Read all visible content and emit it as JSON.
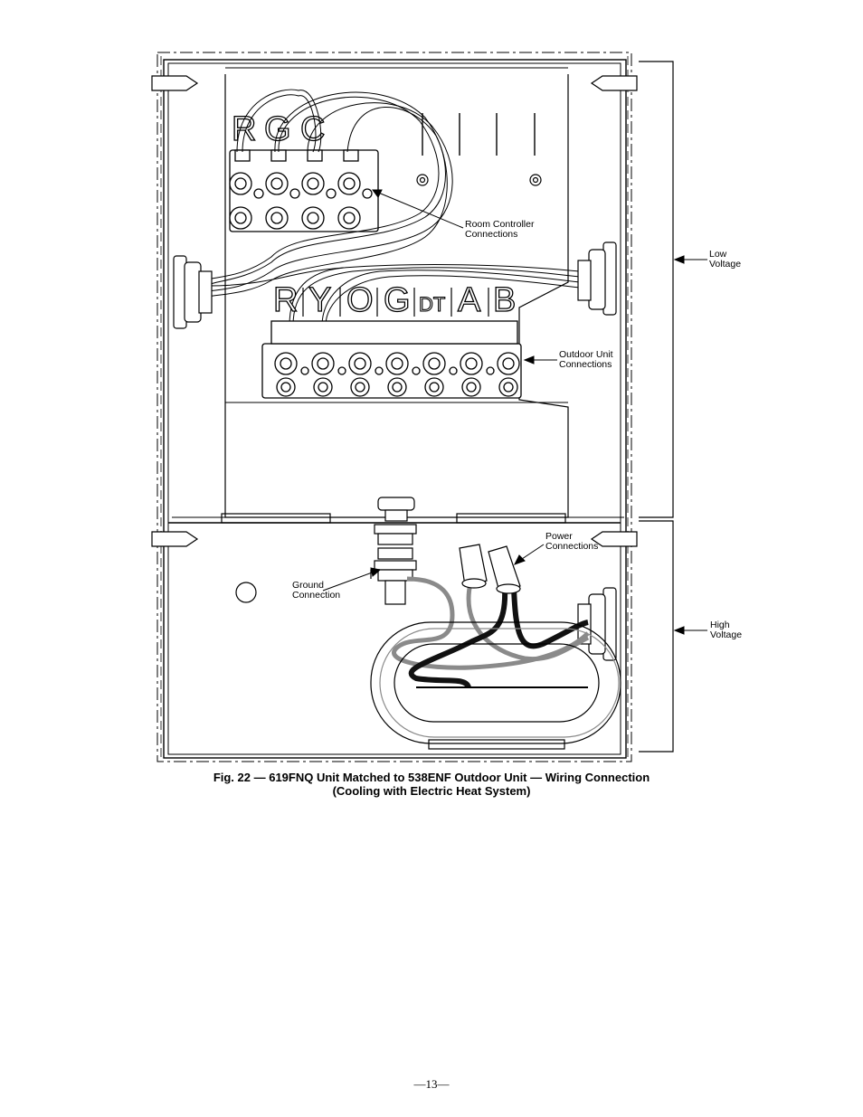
{
  "labels": {
    "room_controller": "Room Controller\nConnections",
    "outdoor_unit": "Outdoor Unit\nConnections",
    "low_voltage": "Low\nVoltage",
    "power": "Power\nConnections",
    "ground": "Ground\nConnection",
    "high_voltage": "High\nVoltage"
  },
  "terminal_letters": {
    "upper": [
      "R",
      "G",
      "C"
    ],
    "lower": [
      "R",
      "Y",
      "O",
      "G",
      "DT",
      "A",
      "B"
    ]
  },
  "caption": {
    "line1": "Fig. 22 — 619FNQ Unit Matched to 538ENF Outdoor Unit — Wiring Connection",
    "line2": "(Cooling with Electric Heat System)"
  },
  "page_number": "—13—",
  "colors": {
    "wire_gray": "#8a8a8a",
    "wire_black": "#111111",
    "line": "#000000"
  }
}
